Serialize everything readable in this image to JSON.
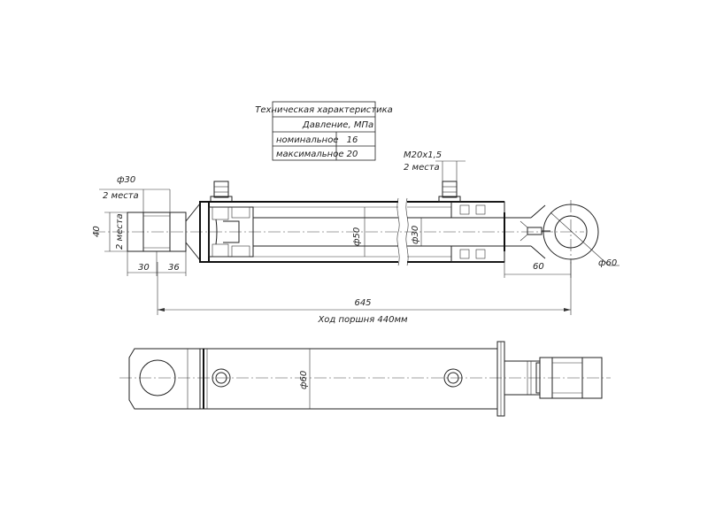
{
  "spec_table": {
    "title": "Техническая характеристика",
    "subtitle": "Давление, МПа",
    "rows": [
      {
        "label": "номинальное",
        "value": "16"
      },
      {
        "label": "максимальное",
        "value": "20"
      }
    ]
  },
  "dimensions": {
    "dia30_rod_end": "ф30",
    "places_2_top": "2 места",
    "height40": "40",
    "places_2_side": "2 места",
    "len30": "30",
    "len36": "36",
    "dia50": "ф50",
    "dia30_rod": "ф30",
    "port_thread": "M20x1,5",
    "places_2_port": "2 места",
    "len60": "60",
    "dia60_eye": "ф60",
    "total_length": "645",
    "stroke": "Ход поршня 440мм",
    "dia60_body": "ф60"
  }
}
